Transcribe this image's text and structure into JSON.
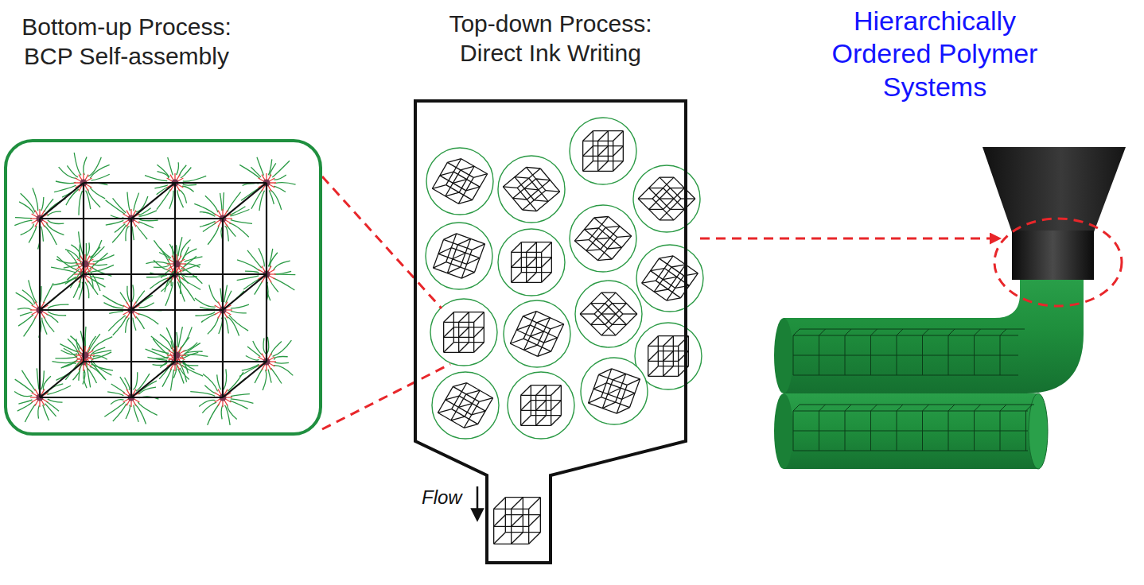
{
  "diagram": {
    "nodes": [
      {
        "text": [
          "Bottom-up Process: BCP Self-assembly"
        ]
      },
      {
        "text": [
          "Top-down Process: Direct Ink Writing"
        ]
      },
      {
        "text": [
          "Hierarchically Ordered Polymer Systems"
        ]
      }
    ],
    "edges": [
      {
        "from": 0,
        "to": 1,
        "arrow": "none"
      },
      {
        "from": 0,
        "to": 1,
        "arrow": "none"
      },
      {
        "from": 1,
        "to": 2,
        "arrow": "to"
      }
    ],
    "labels": [
      "Flow"
    ]
  }
}
